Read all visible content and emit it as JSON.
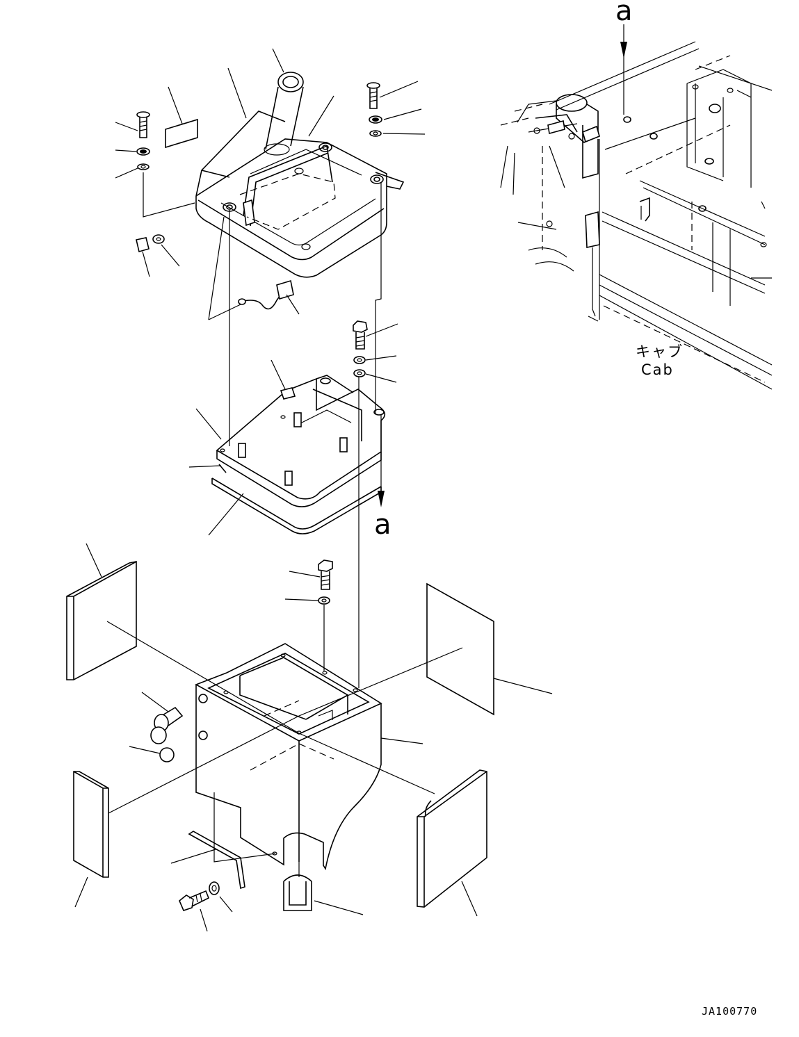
{
  "labels": {
    "ref_a_top": "a",
    "ref_a_mid": "a",
    "cab_jp": "キャブ",
    "cab_en": "Cab",
    "drawing_number": "JA100770"
  },
  "colors": {
    "ink": "#000000",
    "paper": "#ffffff"
  }
}
